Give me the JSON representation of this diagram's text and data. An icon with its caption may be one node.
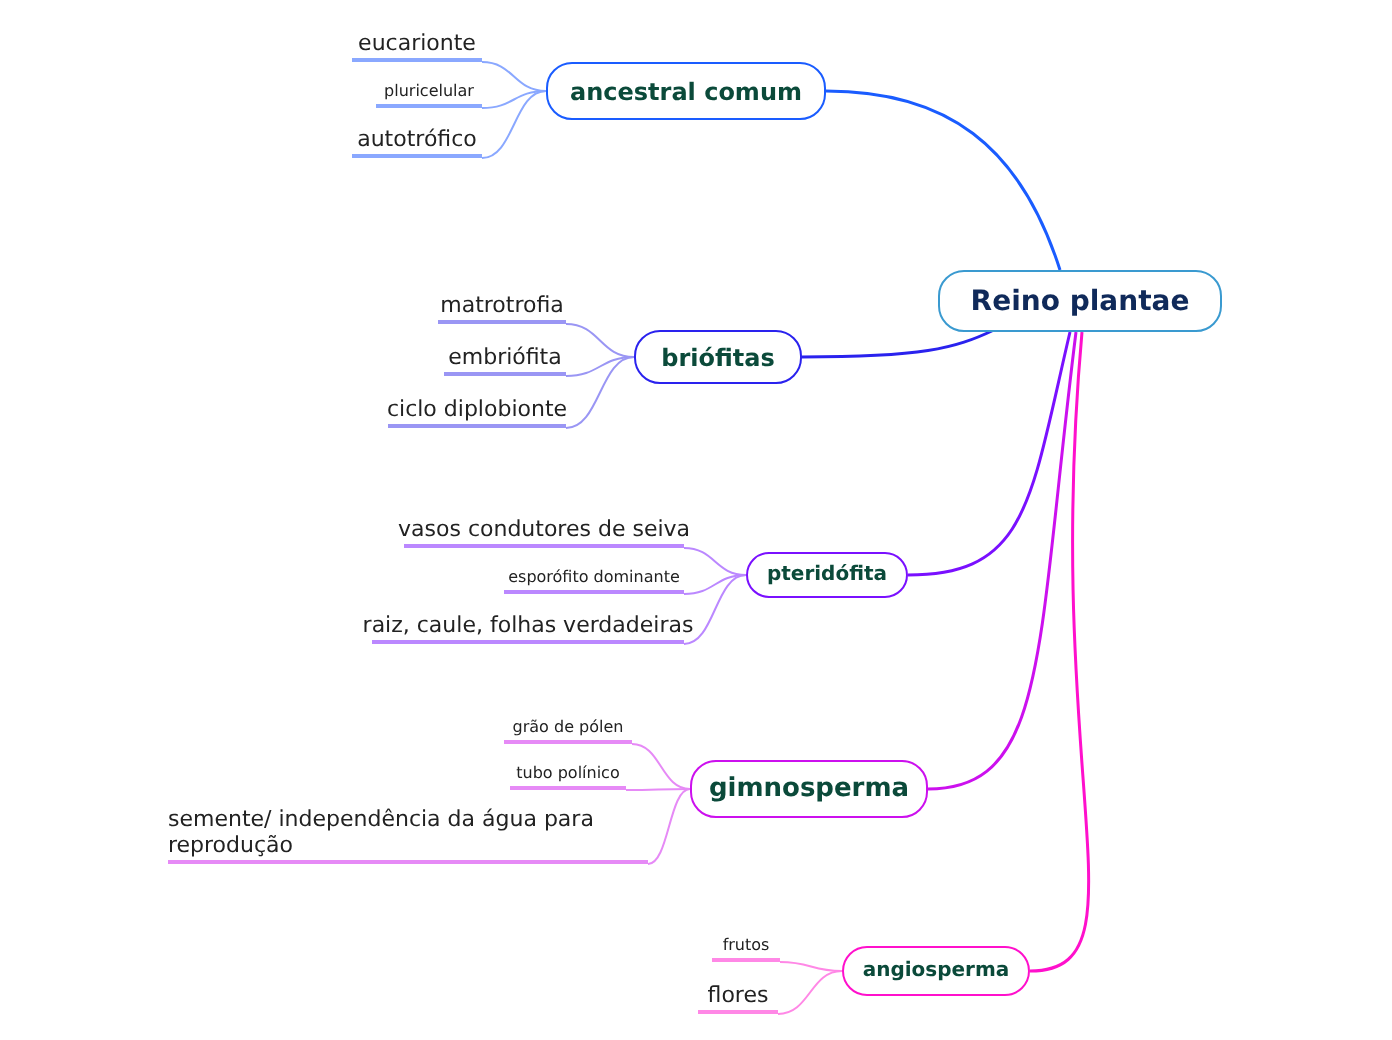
{
  "diagram": {
    "nodes": [
      {
        "text": [
          "Reino plantae"
        ]
      },
      {
        "text": [
          "ancestral comum"
        ]
      },
      {
        "text": [
          "eucarionte"
        ]
      },
      {
        "text": [
          "pluricelular"
        ]
      },
      {
        "text": [
          "autotrófico"
        ]
      },
      {
        "text": [
          "briófitas"
        ]
      },
      {
        "text": [
          "matrotrofia"
        ]
      },
      {
        "text": [
          "embriófita"
        ]
      },
      {
        "text": [
          "ciclo diplobionte"
        ]
      },
      {
        "text": [
          "pteridófita"
        ]
      },
      {
        "text": [
          "vasos condutores de seiva"
        ]
      },
      {
        "text": [
          "esporófito dominante"
        ]
      },
      {
        "text": [
          "raiz, caule, folhas verdadeiras"
        ]
      },
      {
        "text": [
          "gimnosperma"
        ]
      },
      {
        "text": [
          "grão de pólen"
        ]
      },
      {
        "text": [
          "tubo polínico"
        ]
      },
      {
        "text": [
          "semente/ independência da água para reprodução"
        ]
      },
      {
        "text": [
          "angiosperma"
        ]
      },
      {
        "text": [
          "frutos"
        ]
      },
      {
        "text": [
          "flores"
        ]
      }
    ],
    "edges": [
      {
        "from": 0,
        "to": 1,
        "arrow": "none",
        "color": "#1a5cff"
      },
      {
        "from": 1,
        "to": 2,
        "arrow": "none",
        "color": "#8aa8ff"
      },
      {
        "from": 1,
        "to": 3,
        "arrow": "none",
        "color": "#8aa8ff"
      },
      {
        "from": 1,
        "to": 4,
        "arrow": "none",
        "color": "#8aa8ff"
      },
      {
        "from": 0,
        "to": 5,
        "arrow": "none",
        "color": "#2a22ee"
      },
      {
        "from": 5,
        "to": 6,
        "arrow": "none",
        "color": "#9a96f4"
      },
      {
        "from": 5,
        "to": 7,
        "arrow": "none",
        "color": "#9a96f4"
      },
      {
        "from": 5,
        "to": 8,
        "arrow": "none",
        "color": "#9a96f4"
      },
      {
        "from": 0,
        "to": 9,
        "arrow": "none",
        "color": "#7a10ff"
      },
      {
        "from": 9,
        "to": 10,
        "arrow": "none",
        "color": "#bb88ff"
      },
      {
        "from": 9,
        "to": 11,
        "arrow": "none",
        "color": "#bb88ff"
      },
      {
        "from": 9,
        "to": 12,
        "arrow": "none",
        "color": "#bb88ff"
      },
      {
        "from": 0,
        "to": 13,
        "arrow": "none",
        "color": "#cc10ee"
      },
      {
        "from": 13,
        "to": 14,
        "arrow": "none",
        "color": "#e68af6"
      },
      {
        "from": 13,
        "to": 15,
        "arrow": "none",
        "color": "#e68af6"
      },
      {
        "from": 13,
        "to": 16,
        "arrow": "none",
        "color": "#e68af6"
      },
      {
        "from": 0,
        "to": 17,
        "arrow": "none",
        "color": "#ff10cc"
      },
      {
        "from": 17,
        "to": 18,
        "arrow": "none",
        "color": "#ff88e6"
      },
      {
        "from": 17,
        "to": 19,
        "arrow": "none",
        "color": "#ff88e6"
      }
    ]
  }
}
